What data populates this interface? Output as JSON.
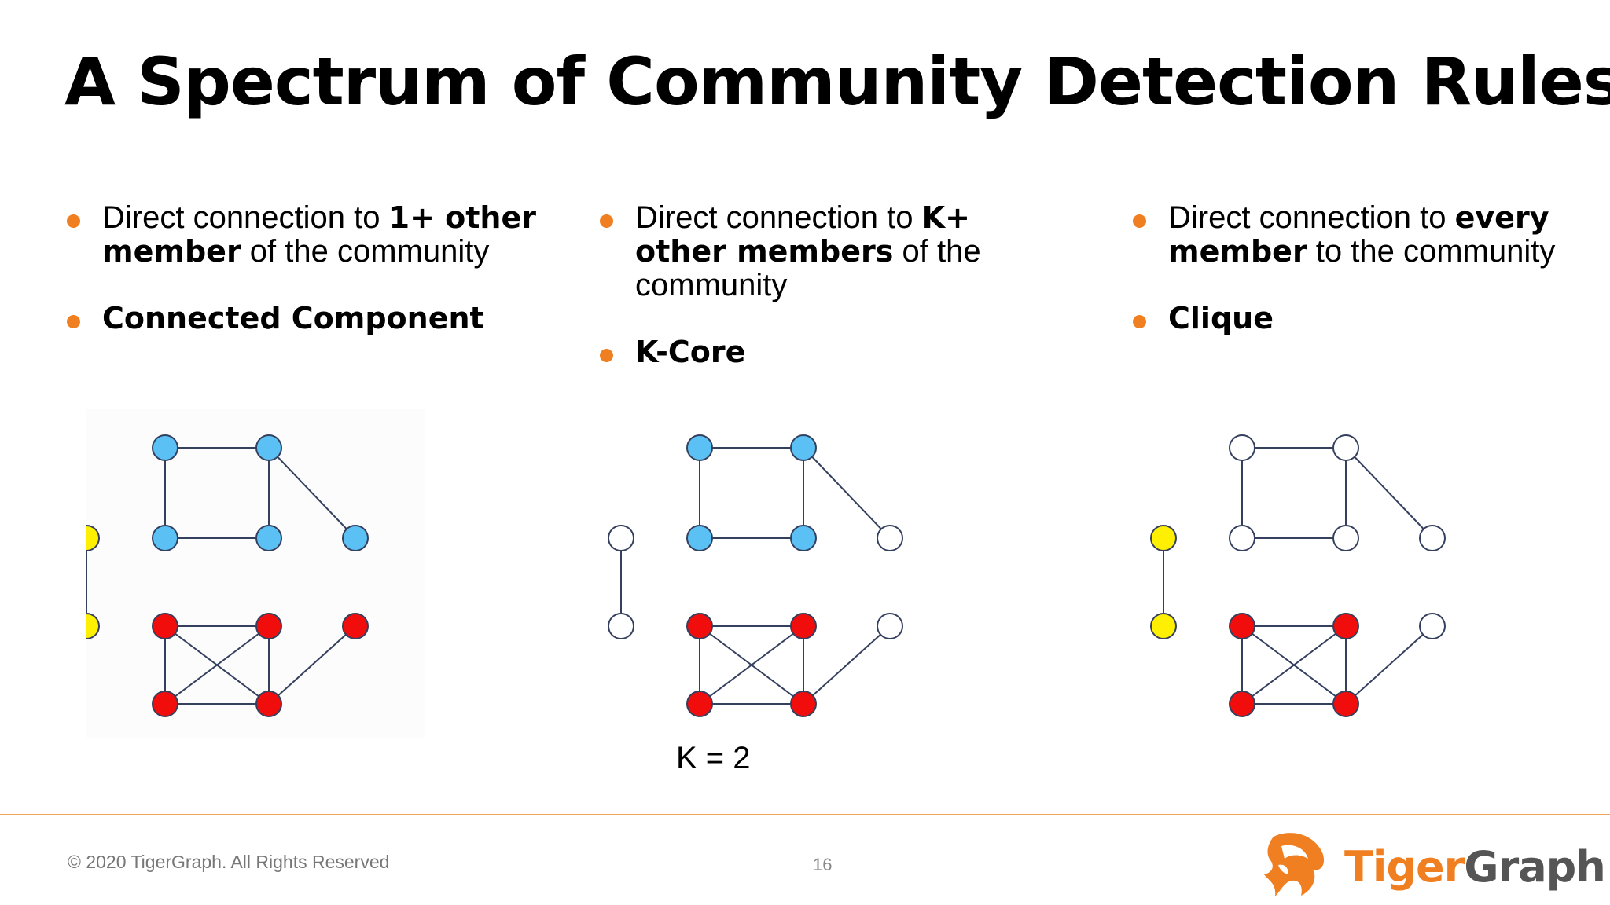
{
  "title": "A Spectrum of Community Detection Rules",
  "colors": {
    "accent_orange": "#f07f21",
    "node_blue": "#5bc0f3",
    "node_red": "#f20d0d",
    "node_yellow": "#ffef00",
    "node_white": "#ffffff",
    "edge": "#34405e",
    "footer_rule": "#f0a55c",
    "brand_gray": "#555555"
  },
  "columns": [
    {
      "desc_before": "Direct connection to ",
      "desc_bold": "1+ other member",
      "desc_after": " of the community",
      "name": "Connected Component"
    },
    {
      "desc_before": "Direct connection to ",
      "desc_bold": "K+ other members",
      "desc_after": " of the community",
      "name": "K-Core"
    },
    {
      "desc_before": "Direct connection to ",
      "desc_bold": "every member",
      "desc_after": " to the community",
      "name": "Clique"
    }
  ],
  "graphs": {
    "node_ids": [
      "y1",
      "y2",
      "b1",
      "b2",
      "b3",
      "b4",
      "b5",
      "r1",
      "r2",
      "r3",
      "r4",
      "r5"
    ],
    "edges": [
      [
        "y1",
        "y2"
      ],
      [
        "b1",
        "b2"
      ],
      [
        "b1",
        "b3"
      ],
      [
        "b2",
        "b4"
      ],
      [
        "b3",
        "b4"
      ],
      [
        "b2",
        "b5"
      ],
      [
        "r1",
        "r2"
      ],
      [
        "r1",
        "r3"
      ],
      [
        "r1",
        "r4"
      ],
      [
        "r2",
        "r3"
      ],
      [
        "r2",
        "r4"
      ],
      [
        "r3",
        "r4"
      ],
      [
        "r4",
        "r5"
      ]
    ],
    "connected_component": {
      "y1": "yellow",
      "y2": "yellow",
      "b1": "blue",
      "b2": "blue",
      "b3": "blue",
      "b4": "blue",
      "b5": "blue",
      "r1": "red",
      "r2": "red",
      "r3": "red",
      "r4": "red",
      "r5": "red"
    },
    "k_core": {
      "y1": "white",
      "y2": "white",
      "b1": "blue",
      "b2": "blue",
      "b3": "blue",
      "b4": "blue",
      "b5": "white",
      "r1": "red",
      "r2": "red",
      "r3": "red",
      "r4": "red",
      "r5": "white"
    },
    "clique": {
      "y1": "yellow",
      "y2": "yellow",
      "b1": "white",
      "b2": "white",
      "b3": "white",
      "b4": "white",
      "b5": "white",
      "r1": "red",
      "r2": "red",
      "r3": "red",
      "r4": "red",
      "r5": "white"
    }
  },
  "k_label": "K = 2",
  "footer": {
    "copyright": "© 2020 TigerGraph. All Rights Reserved",
    "page_number": "16",
    "brand_part1": "Tiger",
    "brand_part2": "Graph",
    "logo_icon": "tiger-head-icon"
  }
}
